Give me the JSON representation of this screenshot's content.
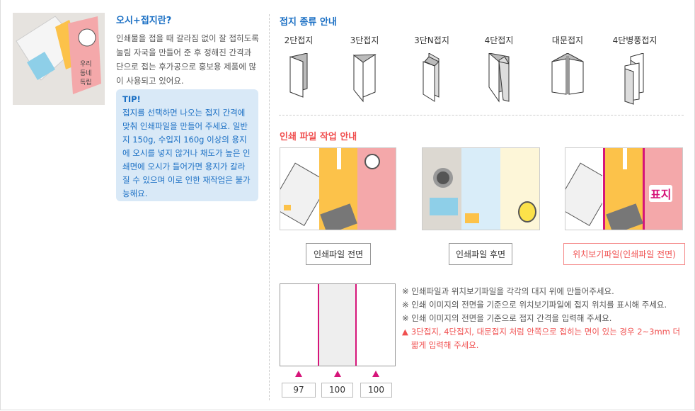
{
  "intro": {
    "title": "오시+접지란?",
    "description": "인쇄물을 접을 때 갈라짐 없이 잘 접히도록 눌림 자국을 만들어 준 후 정해진 간격과 단으로 접는 후가공으로 홍보용 제품에 많이 사용되고 있어요.",
    "tip_label": "TIP!",
    "tip_text": "접지를 선택하면 나오는 접지 간격에 맞춰 인쇄파일을 만들어 주세요. 일반지 150g, 수입지 160g 이상의 용지에 오시를 넣지 않거나 채도가 높은 인쇄면에 오시가 들어가면 용지가 갈라질 수 있으며 이로 인한 재작업은 불가능해요."
  },
  "fold_types": {
    "title": "접지 종류 안내",
    "items": [
      "2단접지",
      "3단접지",
      "3단N접지",
      "4단접지",
      "대문접지",
      "4단병풍접지"
    ]
  },
  "print_guide": {
    "title": "인쇄 파일 작업 안내",
    "buttons": [
      "인쇄파일 전면",
      "인쇄파일 후면",
      "위치보기파일(인쇄파일 전면)"
    ],
    "cover_label": "표지",
    "intervals": [
      "97",
      "100",
      "100"
    ],
    "notes": [
      "※ 인쇄파일과 위치보기파일을 각각의 대지 위에 만들어주세요.",
      "※ 인쇄 이미지의 전면을 기준으로 위치보기파일에 접지 위치를 표시해 주세요.",
      "※ 인쇄 이미지의 전면을 기준으로 접지 간격을 입력해 주세요."
    ],
    "warning": "3단접지, 4단접지, 대문접지 처럼 안쪽으로 접히는 면이 있는 경우 2~3mm 더 짧게 입력해 주세요."
  },
  "colors": {
    "blue": "#1a6fc4",
    "red": "#f05050",
    "fold_line": "#d6157a",
    "pink": "#f4a8aa",
    "yellow": "#fcc24a"
  }
}
